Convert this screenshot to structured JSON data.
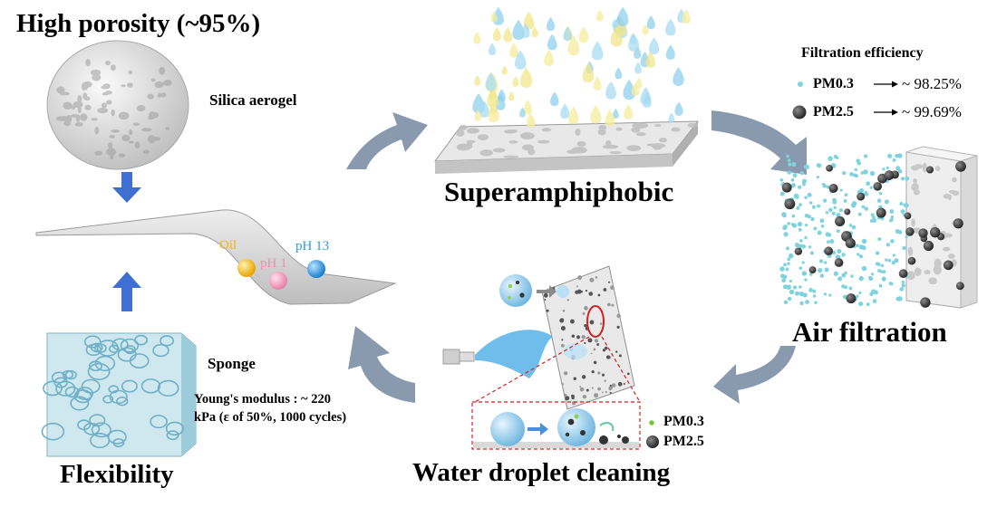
{
  "titles": {
    "porosity": "High porosity (~95%)",
    "flexibility": "Flexibility",
    "superamphiphobic": "Superamphiphobic",
    "air_filtration": "Air filtration",
    "water_cleaning": "Water droplet cleaning"
  },
  "labels": {
    "aerogel": "Silica aerogel",
    "sponge": "Sponge",
    "modulus_line1": "Young's modulus  : ~ 220",
    "modulus_line2": "kPa  (ε of 50%, 1000 cycles)"
  },
  "droplets": {
    "oil": "Oil",
    "ph1": "pH 1",
    "ph13": "pH 13"
  },
  "filtration": {
    "heading": "Filtration efficiency",
    "pm03_label": "PM0.3",
    "pm03_value": "~ 98.25%",
    "pm25_label": "PM2.5",
    "pm25_value": "~ 99.69%"
  },
  "legend": {
    "pm03": "PM0.3",
    "pm25": "PM2.5"
  },
  "colors": {
    "cycle_arrow": "#8a9aae",
    "blue_arrow": "#3f6fd0",
    "sponge": "#a9d3df",
    "oil": "#f2b320",
    "ph1": "#f4a6c0",
    "ph13": "#2d9be0",
    "pm03_dot": "#7fd3de",
    "pm25_dot": "#3a3a3a"
  }
}
